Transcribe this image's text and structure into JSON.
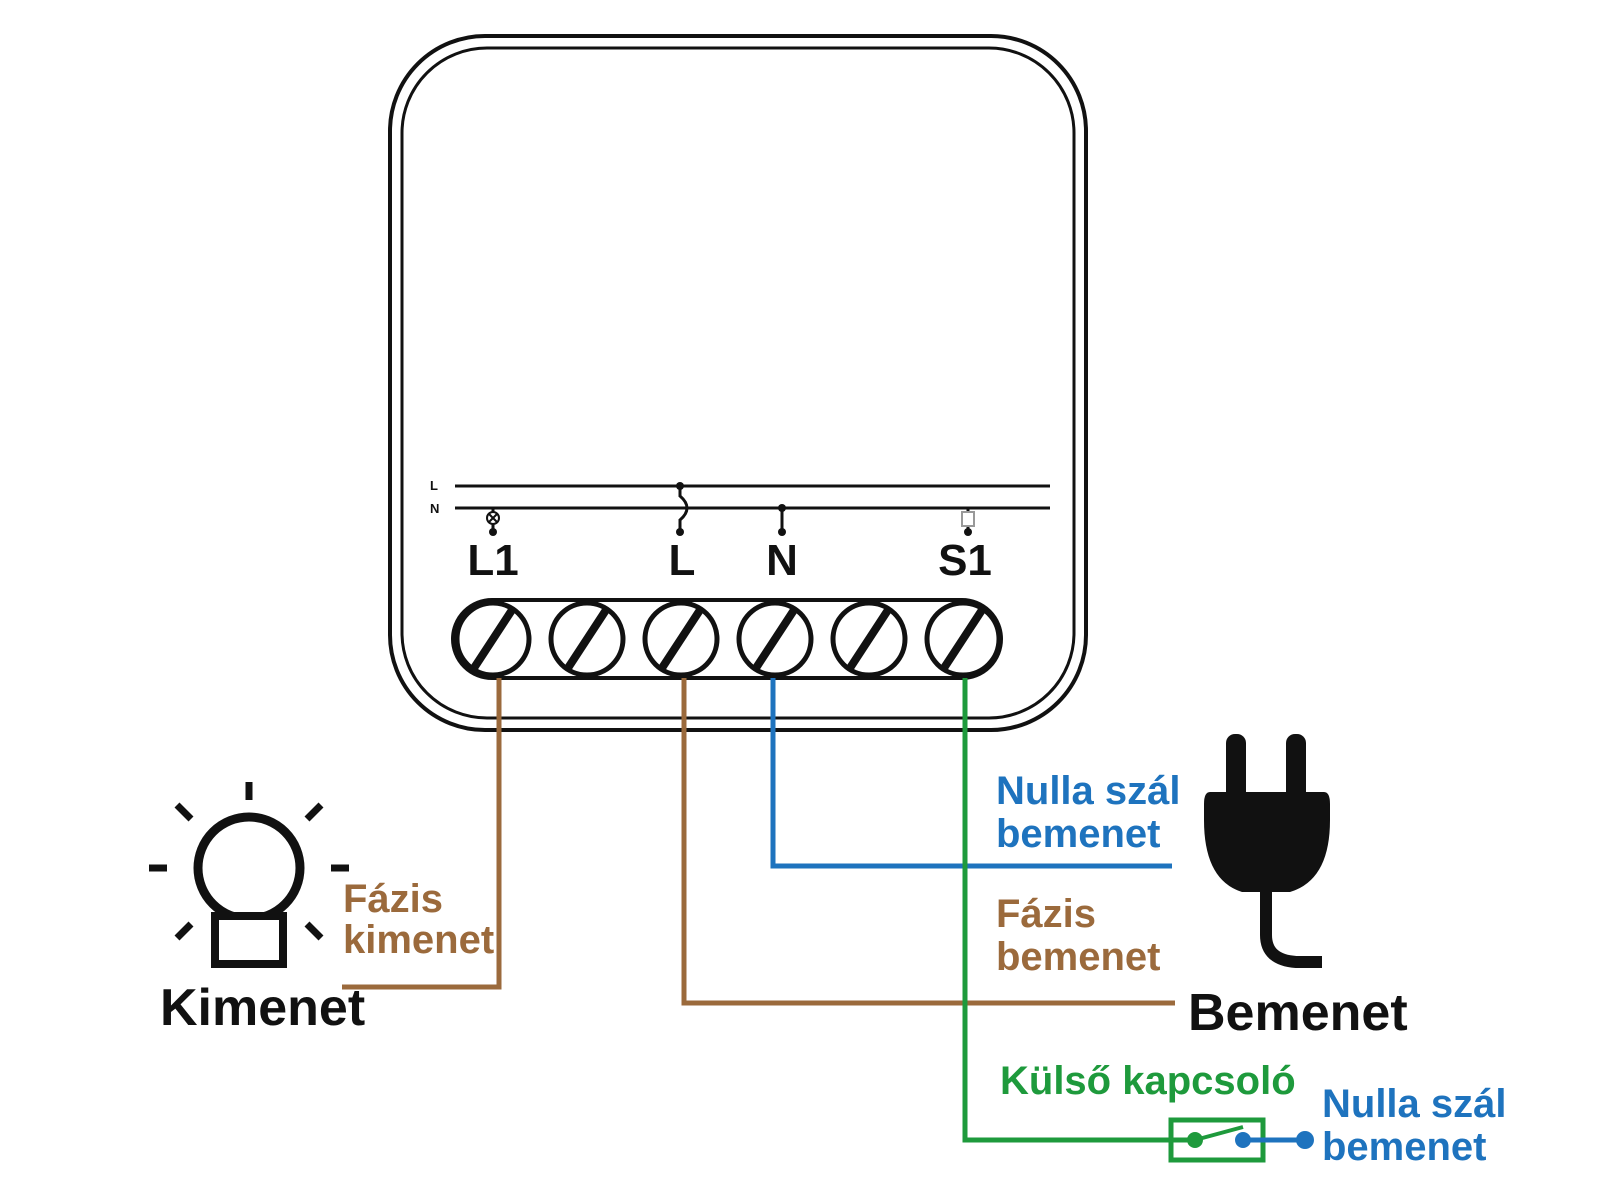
{
  "bus_labels": {
    "l": "L",
    "n": "N"
  },
  "terminals": {
    "l1": "L1",
    "l": "L",
    "n": "N",
    "s1": "S1"
  },
  "labels": {
    "neutral_input": [
      "Nulla szál",
      "bemenet"
    ],
    "phase_output": [
      "Fázis",
      "kimenet"
    ],
    "phase_input": [
      "Fázis",
      "bemenet"
    ],
    "external_switch": "Külső kapcsoló",
    "neutral_input_switch": [
      "Nulla szál",
      "bemenet"
    ],
    "output": "Kimenet",
    "input": "Bemenet"
  },
  "colors": {
    "phase": "#9B6A3C",
    "neutral": "#1E73BE",
    "switch": "#1E9A3C",
    "outline": "#111111"
  },
  "icons": [
    "light-bulb-icon",
    "power-plug-icon",
    "switch-icon",
    "screw-terminal-icon"
  ]
}
